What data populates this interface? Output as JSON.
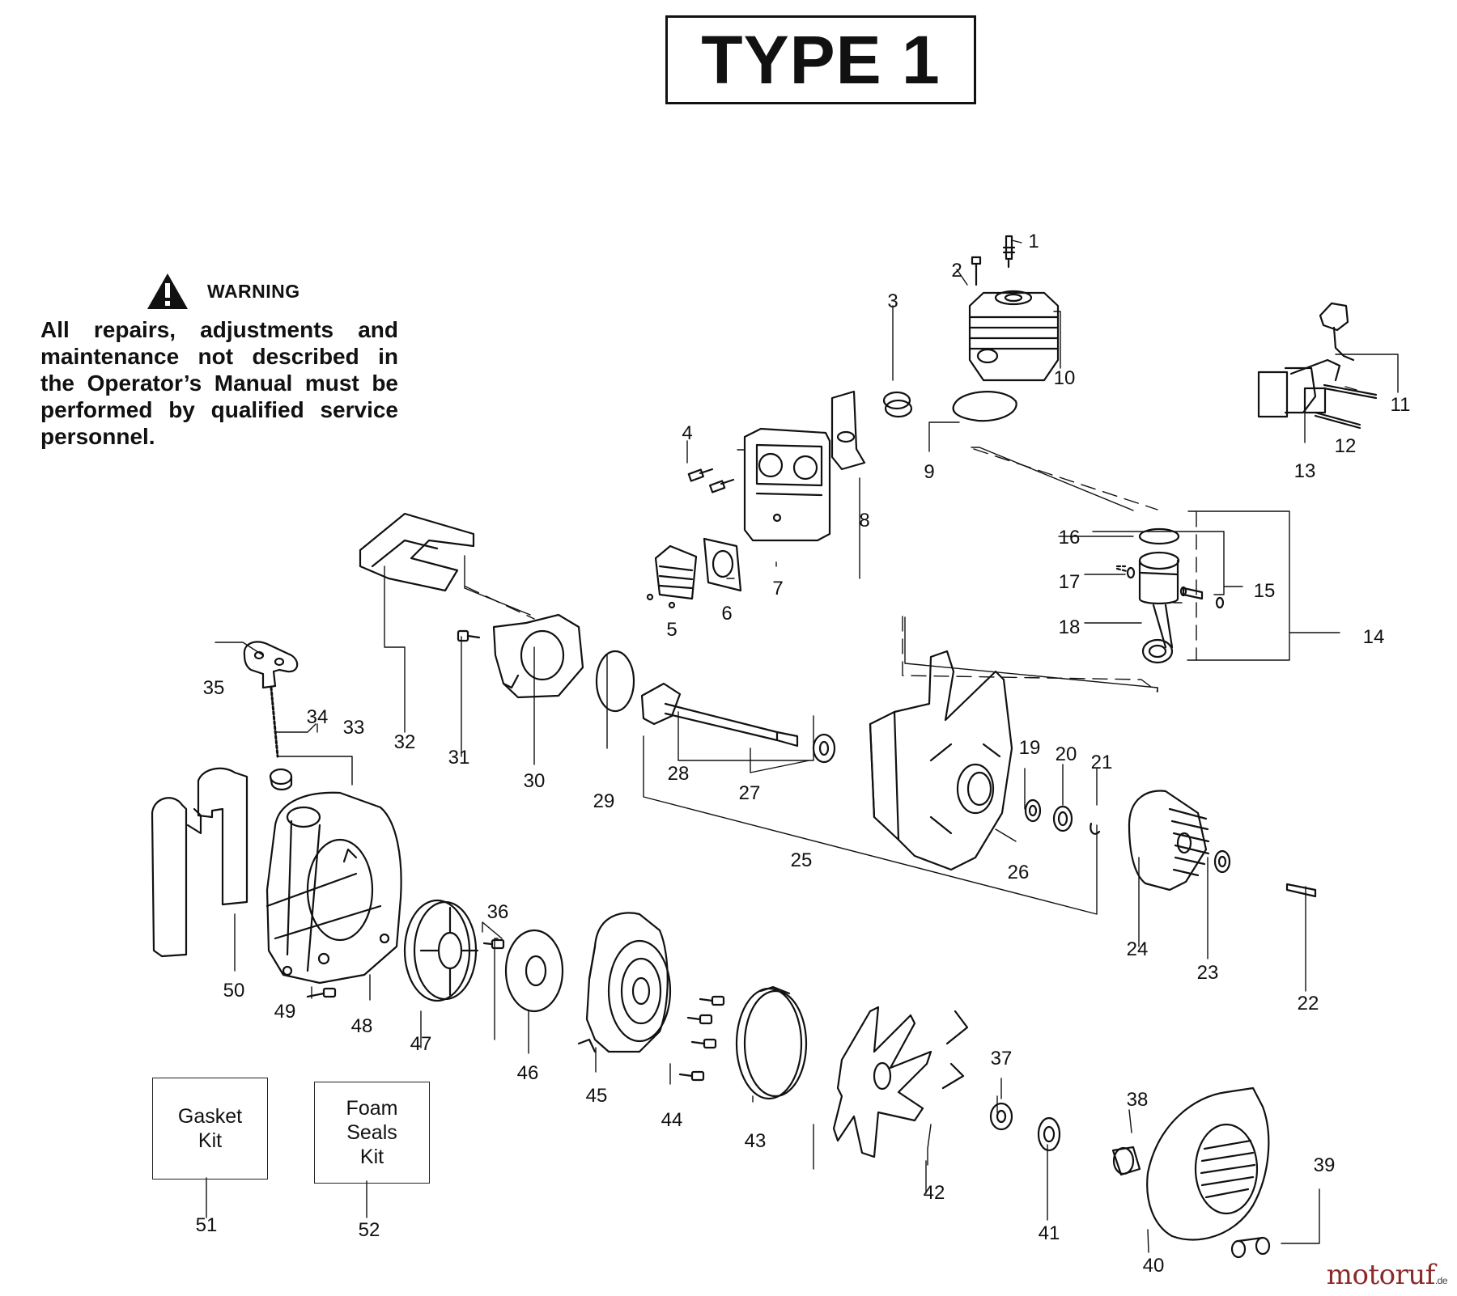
{
  "title": "TYPE 1",
  "warning": {
    "heading": "WARNING",
    "text": "All repairs, adjustments and maintenance not described in the Operator’s Manual must be performed by qualified service personnel."
  },
  "kits": [
    {
      "label": "Gasket\nKit"
    },
    {
      "label": "Foam\nSeals\nKit"
    }
  ],
  "callouts": [
    "1",
    "2",
    "3",
    "4",
    "5",
    "6",
    "7",
    "8",
    "9",
    "10",
    "11",
    "12",
    "13",
    "14",
    "15",
    "16",
    "17",
    "18",
    "19",
    "20",
    "21",
    "22",
    "23",
    "24",
    "25",
    "26",
    "27",
    "28",
    "29",
    "30",
    "31",
    "32",
    "33",
    "34",
    "35",
    "36",
    "37",
    "38",
    "39",
    "40",
    "41",
    "42",
    "43",
    "44",
    "45",
    "46",
    "47",
    "48",
    "49",
    "50",
    "51",
    "52"
  ],
  "watermark": {
    "brand": "motoruf",
    "tld": ".de"
  },
  "colors": {
    "line": "#111111",
    "watermark": "#8c2a2a"
  }
}
